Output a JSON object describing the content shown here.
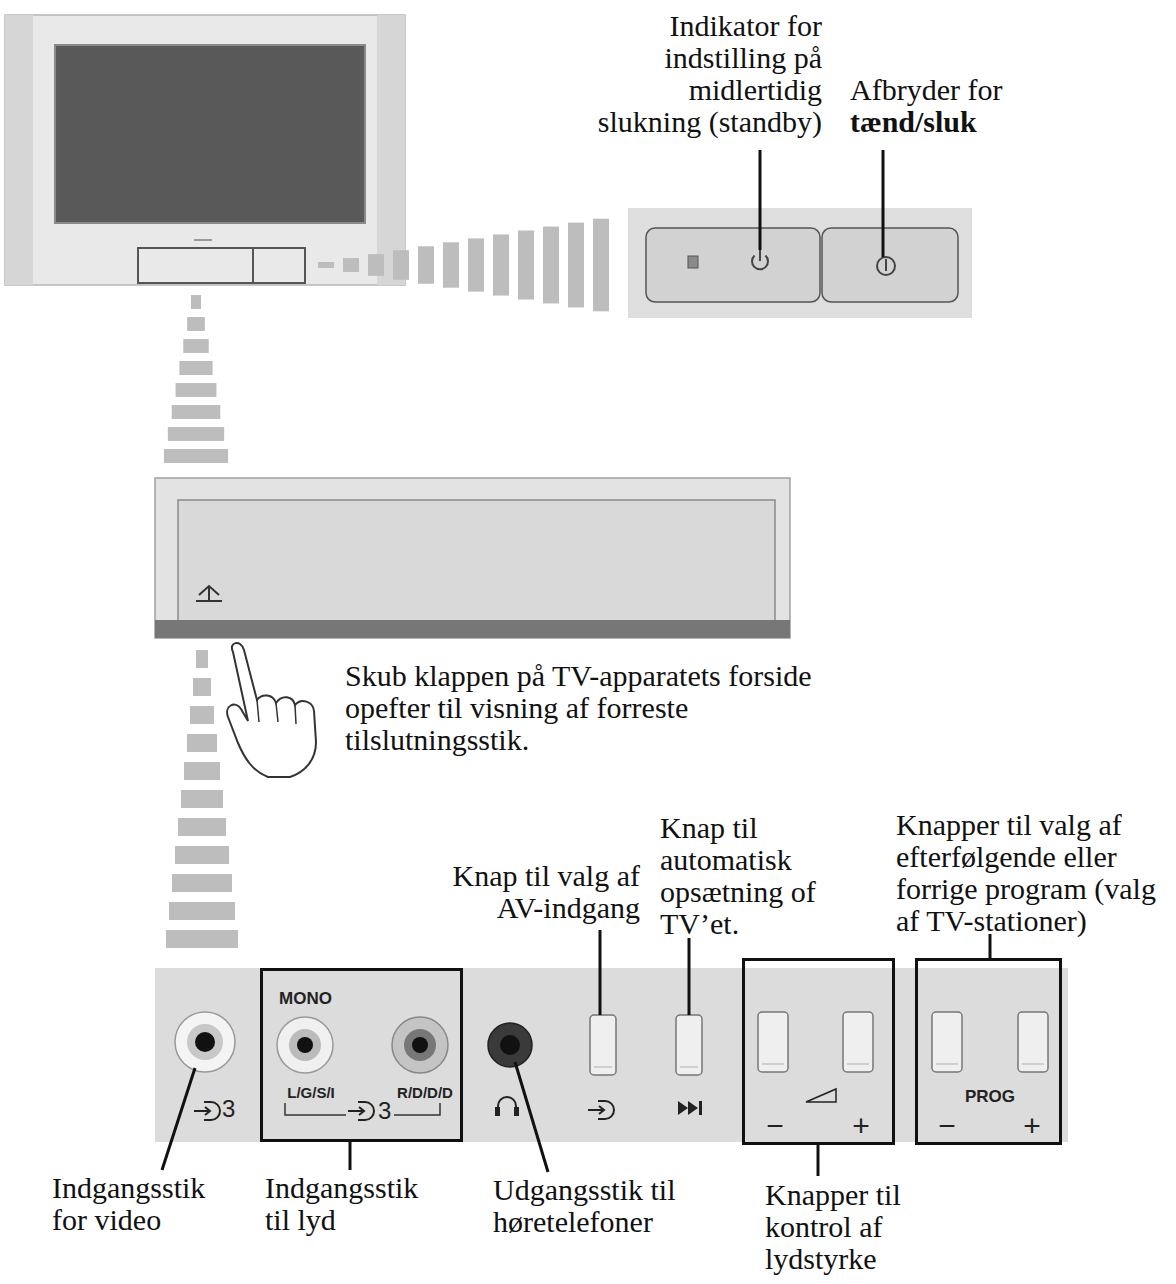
{
  "diagram": {
    "nodes": [
      {
        "text": [
          "3"
        ]
      },
      {
        "text": [
          "MONO",
          "L/G/S/I",
          "R/D/D/D",
          "3"
        ],
        "in": 0
      },
      {
        "text": [
          "−",
          "+"
        ],
        "in": 0
      },
      {
        "text": [
          "PROG",
          "−",
          "+"
        ],
        "in": 0
      }
    ],
    "labels": [
      "Indikator for indstilling på midlertidig slukning (standby)",
      "Afbryder for",
      "tænd/sluk",
      "Skub klappen på TV-apparatets forside opefter til visning af forreste tilslutningsstik.",
      "Knap til valg af AV-indgang",
      "Knap til automatisk opsætning of TV’et.",
      "Knapper til valg af efterfølgende eller forrige program (valg af TV-stationer)",
      "Indgangsstik for video",
      "Indgangsstik til lyd",
      "Udgangsstik til høretelefoner",
      "Knapper til kontrol af lydstyrke"
    ]
  }
}
